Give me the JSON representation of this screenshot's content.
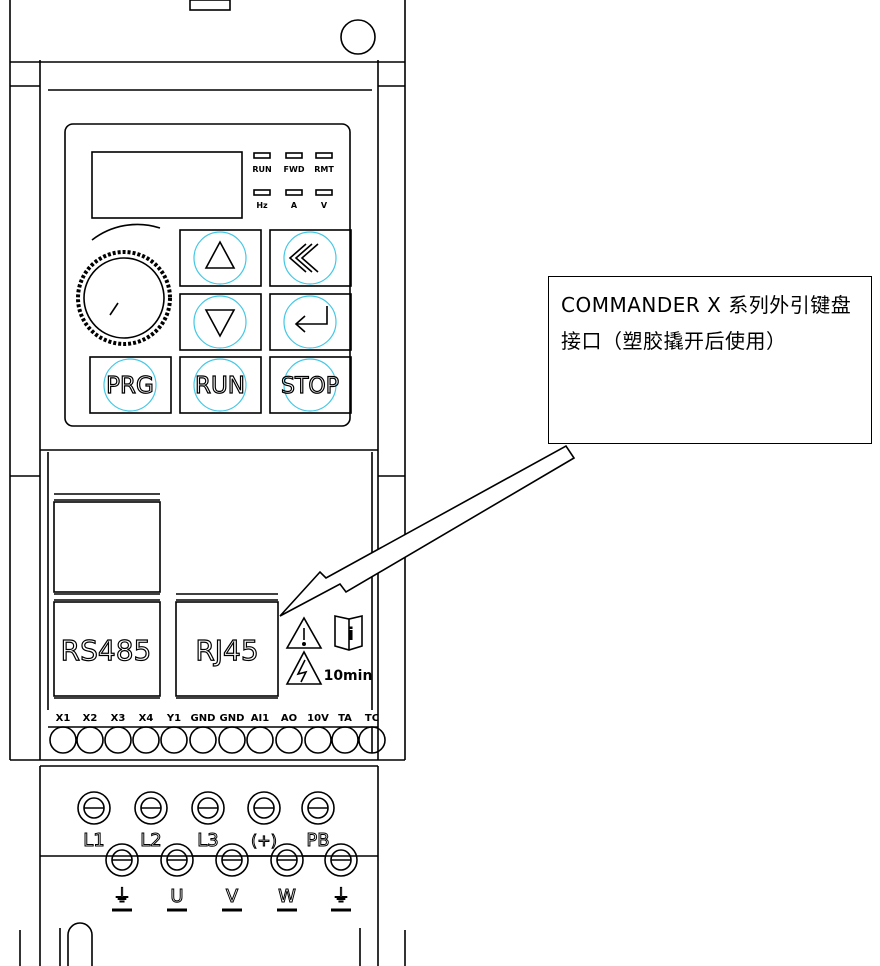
{
  "title": "",
  "keypad": {
    "leds_top": [
      "RUN",
      "FWD",
      "RMT"
    ],
    "leds_bottom": [
      "Hz",
      "A",
      "V"
    ],
    "keys": {
      "up": "△",
      "fast_back": "≪",
      "down": "▽",
      "enter": "↵",
      "prg": "PRG",
      "run": "RUN",
      "stop": "STOP"
    }
  },
  "ports": {
    "rs485": "RS485",
    "rj45": "RJ45",
    "warning_time": "10min",
    "manual_icon": "manual-info-icon",
    "caution_icon": "warning-triangle-icon",
    "shock_icon": "electric-shock-icon"
  },
  "control_terminals": [
    "X1",
    "X2",
    "X3",
    "X4",
    "Y1",
    "GND",
    "GND",
    "AI1",
    "AO",
    "10V",
    "TA",
    "TC"
  ],
  "power_terminals": {
    "top_row": [
      "L1",
      "L2",
      "L3",
      "(+)",
      "PB"
    ],
    "bottom_row": [
      "⏚",
      "U",
      "V",
      "W",
      "⏚"
    ]
  },
  "callout": {
    "text": "COMMANDER X 系列外引键盘接口（塑胶撬开后使用）"
  }
}
